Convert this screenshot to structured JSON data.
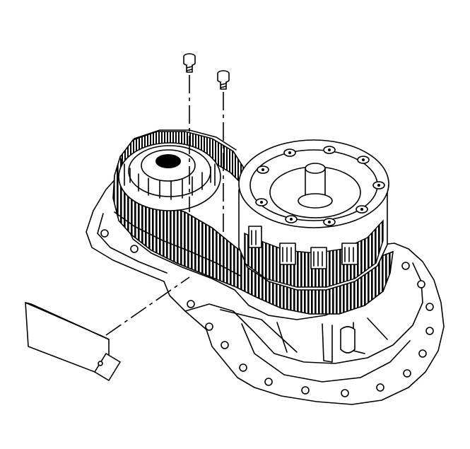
{
  "diagram": {
    "parts": [
      {
        "id": "bolt-left",
        "icon": "bolt-icon"
      },
      {
        "id": "bolt-right",
        "icon": "bolt-icon"
      },
      {
        "id": "drive-chain",
        "icon": "chain-icon"
      },
      {
        "id": "drive-sprocket",
        "icon": "sprocket-icon"
      },
      {
        "id": "driven-sprocket",
        "icon": "sprocket-icon"
      },
      {
        "id": "transfer-case-housing",
        "icon": "housing-icon"
      },
      {
        "id": "oil-baffle-plate",
        "icon": "plate-icon"
      }
    ],
    "colors": {
      "ink": "#000000",
      "paper": "#ffffff"
    }
  }
}
